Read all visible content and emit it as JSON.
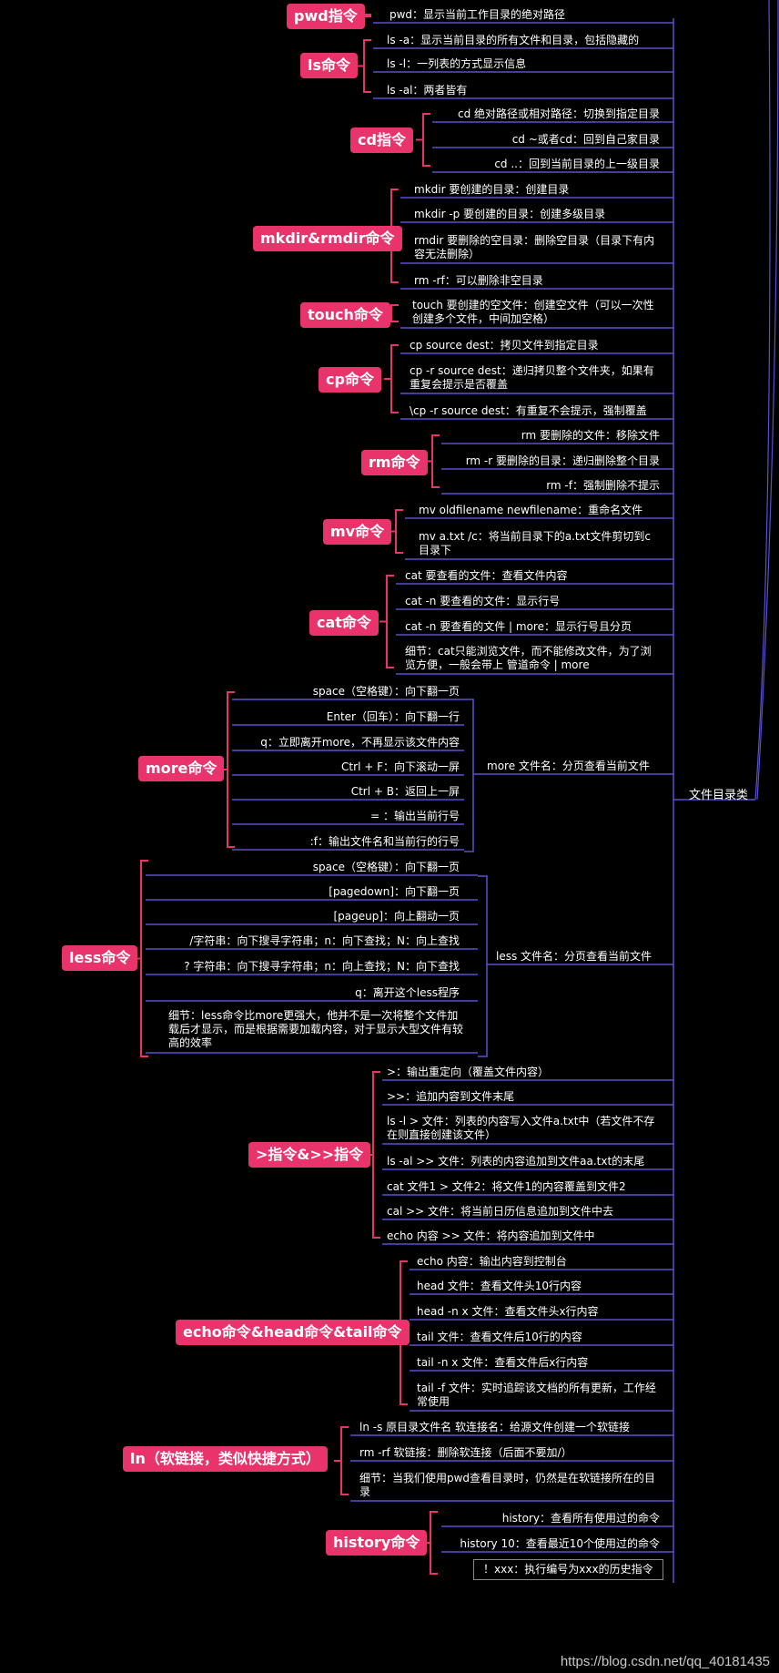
{
  "root": "文件目录类",
  "pwd": {
    "title": "pwd指令",
    "items": [
      "pwd：显示当前工作目录的绝对路径"
    ]
  },
  "ls": {
    "title": "ls命令",
    "items": [
      "ls -a：显示当前目录的所有文件和目录，包括隐藏的",
      "ls -l：一列表的方式显示信息",
      "ls -al：两者皆有"
    ]
  },
  "cd": {
    "title": "cd指令",
    "items": [
      "cd 绝对路径或相对路径：切换到指定目录",
      "cd ~或者cd：回到自己家目录",
      "cd ..：回到当前目录的上一级目录"
    ]
  },
  "mkdir": {
    "title": "mkdir&rmdir命令",
    "items": [
      "mkdir 要创建的目录：创建目录",
      "mkdir -p 要创建的目录：创建多级目录",
      "rmdir 要删除的空目录：删除空目录（目录下有内容无法删除）",
      "rm -rf：可以删除非空目录"
    ]
  },
  "touch": {
    "title": "touch命令",
    "items": [
      "touch 要创建的空文件：创建空文件（可以一次性创建多个文件，中间加空格）"
    ]
  },
  "cp": {
    "title": "cp命令",
    "items": [
      "cp source dest：拷贝文件到指定目录",
      "cp -r source dest：递归拷贝整个文件夹，如果有重复会提示是否覆盖",
      "\\cp -r source dest：有重复不会提示，强制覆盖"
    ]
  },
  "rm": {
    "title": "rm命令",
    "items": [
      "rm 要删除的文件：移除文件",
      "rm -r 要删除的目录：递归删除整个目录",
      "rm -f：强制删除不提示"
    ]
  },
  "mv": {
    "title": "mv命令",
    "items": [
      "mv oldfilename newfilename：重命名文件",
      "mv a.txt /c：将当前目录下的a.txt文件剪切到c目录下"
    ]
  },
  "cat": {
    "title": "cat命令",
    "items": [
      "cat 要查看的文件：查看文件内容",
      "cat -n 要查看的文件：显示行号",
      "cat -n 要查看的文件 | more：显示行号且分页",
      "细节：cat只能浏览文件，而不能修改文件，为了浏览方便，一般会带上 管道命令 | more"
    ]
  },
  "more": {
    "title": "more命令",
    "parent": "more 文件名：分页查看当前文件",
    "items": [
      "space（空格键）：向下翻一页",
      "Enter（回车）：向下翻一行",
      "q：立即离开more，不再显示该文件内容",
      "Ctrl + F：向下滚动一屏",
      "Ctrl + B：返回上一屏",
      "= ：输出当前行号",
      ":f：输出文件名和当前行的行号"
    ]
  },
  "less": {
    "title": "less命令",
    "parent": "less 文件名：分页查看当前文件",
    "items": [
      "space（空格键）：向下翻一页",
      "[pagedown]：向下翻一页",
      "[pageup]：向上翻动一页",
      "/字符串：向下搜寻字符串；n：向下查找；N：向上查找",
      "? 字符串：向下搜寻字符串；n：向上查找；N：向下查找",
      "q：离开这个less程序",
      "细节：less命令比more更强大，他并不是一次将整个文件加载后才显示，而是根据需要加载内容，对于显示大型文件有较高的效率"
    ]
  },
  "redirect": {
    "title": ">指令&>>指令",
    "items": [
      ">：输出重定向（覆盖文件内容）",
      ">>：追加内容到文件末尾",
      "ls -l > 文件：列表的内容写入文件a.txt中（若文件不存在则直接创建该文件）",
      "ls -al >> 文件：列表的内容追加到文件aa.txt的末尾",
      "cat 文件1 > 文件2：将文件1的内容覆盖到文件2",
      "cal >> 文件：将当前日历信息追加到文件中去",
      "echo 内容 >> 文件：将内容追加到文件中"
    ]
  },
  "echo": {
    "title": "echo命令&head命令&tail命令",
    "items": [
      "echo 内容：输出内容到控制台",
      "head 文件：查看文件头10行内容",
      "head -n x 文件：查看文件头x行内容",
      "tail 文件：查看文件后10行的内容",
      "tail -n x 文件：查看文件后x行内容",
      "tail -f 文件：实时追踪该文档的所有更新，工作经常使用"
    ]
  },
  "ln": {
    "title": "ln（软链接，类似快捷方式）",
    "items": [
      "ln -s 原目录文件名 软连接名：给源文件创建一个软链接",
      "rm -rf 软链接：删除软连接（后面不要加/）",
      "细节：当我们使用pwd查看目录时，仍然是在软链接所在的目录"
    ]
  },
  "history": {
    "title": "history命令",
    "items": [
      "history：查看所有使用过的命令",
      "history 10：查看最近10个使用过的命令",
      "！xxx：执行编号为xxx的历史指令"
    ]
  },
  "watermark": "https://blog.csdn.net/qq_40181435",
  "colors": {
    "line": "#5b4fd1",
    "bracket": "#e8336b",
    "node": "#e8336b",
    "background": "#000000"
  }
}
